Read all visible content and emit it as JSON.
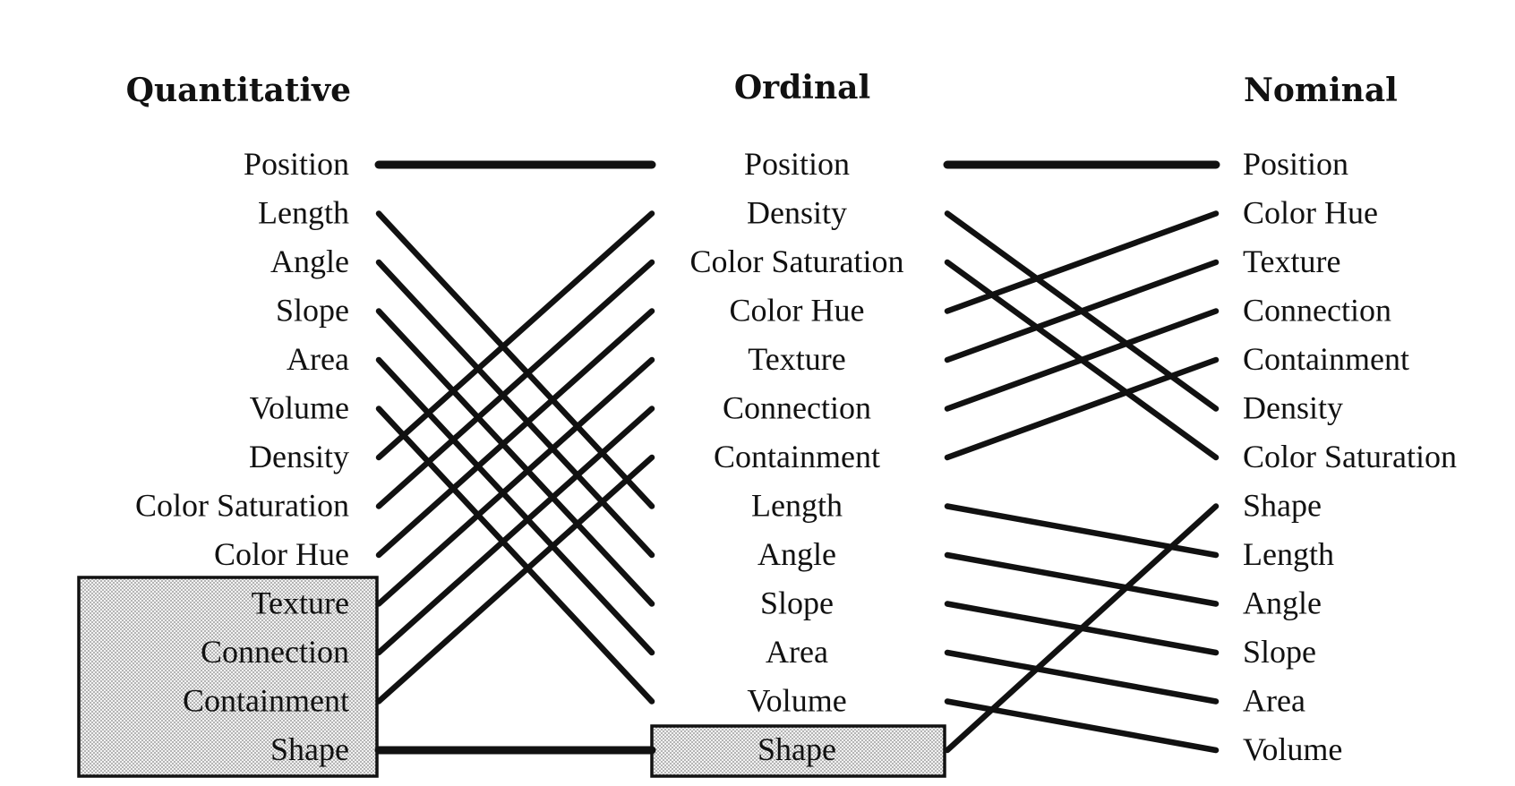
{
  "headers": {
    "quantitative": "Quantitative",
    "ordinal": "Ordinal",
    "nominal": "Nominal"
  },
  "columns": {
    "quantitative": [
      "Position",
      "Length",
      "Angle",
      "Slope",
      "Area",
      "Volume",
      "Density",
      "Color Saturation",
      "Color Hue",
      "Texture",
      "Connection",
      "Containment",
      "Shape"
    ],
    "ordinal": [
      "Position",
      "Density",
      "Color Saturation",
      "Color Hue",
      "Texture",
      "Connection",
      "Containment",
      "Length",
      "Angle",
      "Slope",
      "Area",
      "Volume",
      "Shape"
    ],
    "nominal": [
      "Position",
      "Color Hue",
      "Texture",
      "Connection",
      "Containment",
      "Density",
      "Color Saturation",
      "Shape",
      "Length",
      "Angle",
      "Slope",
      "Area",
      "Volume"
    ]
  },
  "highlighted": {
    "quantitative": [
      "Texture",
      "Connection",
      "Containment",
      "Shape"
    ],
    "ordinal": [
      "Shape"
    ]
  }
}
